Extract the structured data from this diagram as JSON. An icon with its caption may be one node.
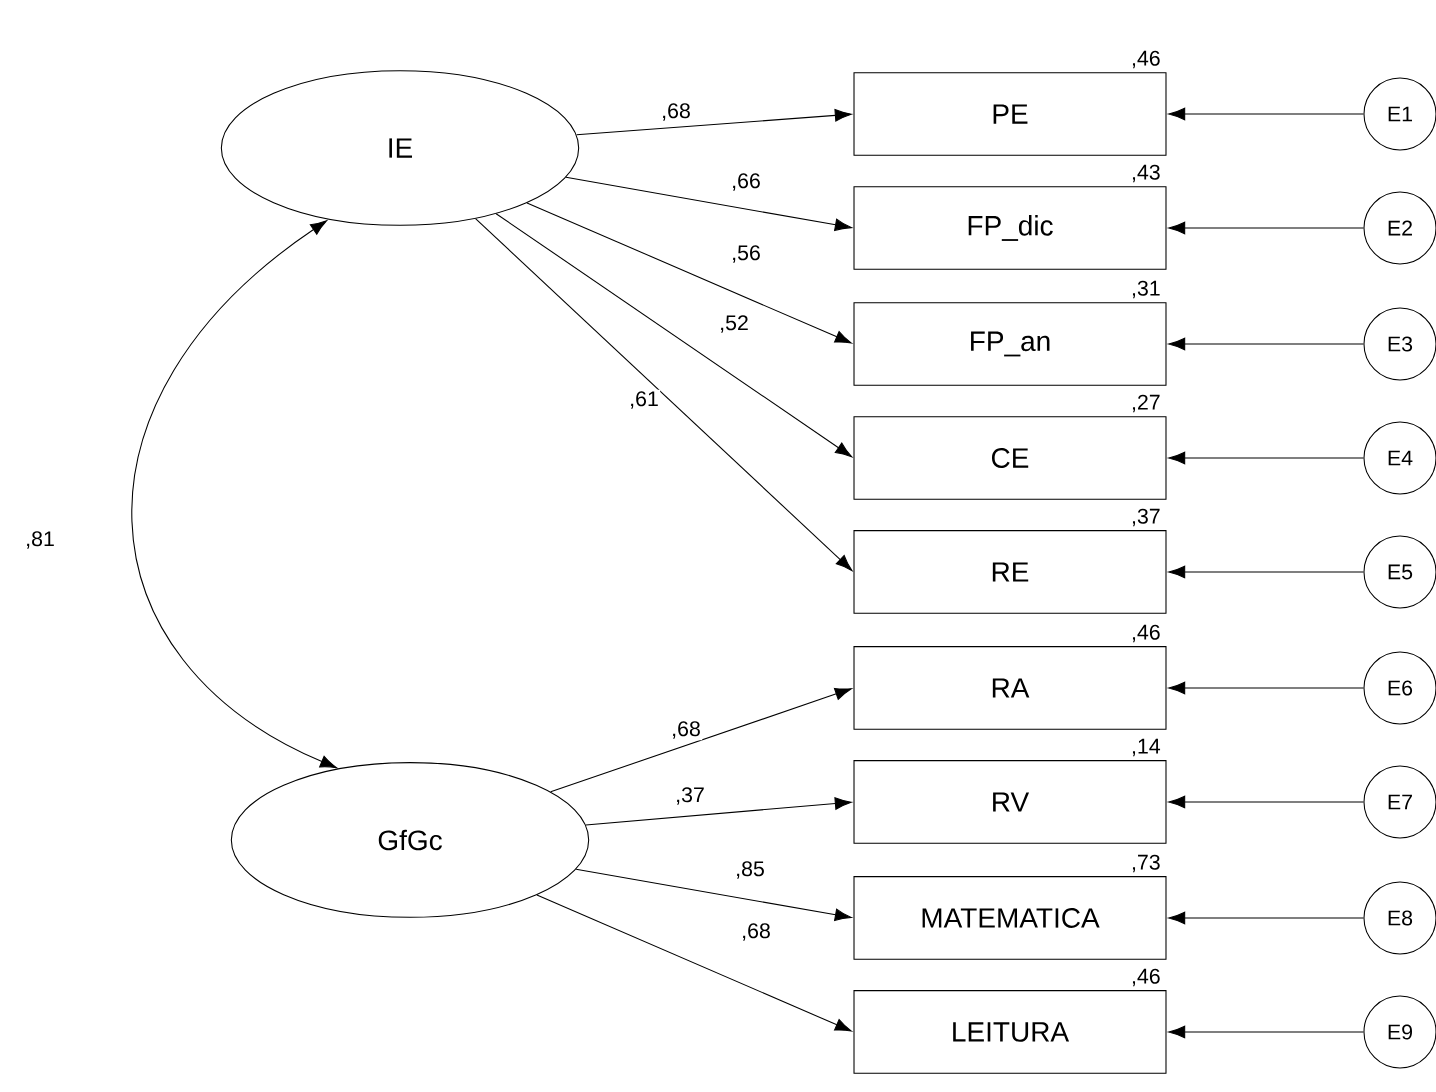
{
  "diagram": {
    "nodes": [
      {
        "text": [
          "IE"
        ]
      },
      {
        "text": [
          "GfGc"
        ]
      },
      {
        "text": [
          "PE"
        ],
        "beside": [
          ",46"
        ]
      },
      {
        "text": [
          "FP_dic"
        ],
        "beside": [
          ",43"
        ]
      },
      {
        "text": [
          "FP_an"
        ],
        "beside": [
          ",31"
        ]
      },
      {
        "text": [
          "CE"
        ],
        "beside": [
          ",27"
        ]
      },
      {
        "text": [
          "RE"
        ],
        "beside": [
          ",37"
        ]
      },
      {
        "text": [
          "RA"
        ],
        "beside": [
          ",46"
        ]
      },
      {
        "text": [
          "RV"
        ],
        "beside": [
          ",14"
        ]
      },
      {
        "text": [
          "MATEMATICA"
        ],
        "beside": [
          ",73"
        ]
      },
      {
        "text": [
          "LEITURA"
        ],
        "beside": [
          ",46"
        ]
      },
      {
        "text": [
          "E1"
        ]
      },
      {
        "text": [
          "E2"
        ]
      },
      {
        "text": [
          "E3"
        ]
      },
      {
        "text": [
          "E4"
        ]
      },
      {
        "text": [
          "E5"
        ]
      },
      {
        "text": [
          "E6"
        ]
      },
      {
        "text": [
          "E7"
        ]
      },
      {
        "text": [
          "E8"
        ]
      },
      {
        "text": [
          "E9"
        ]
      }
    ],
    "edges": [
      {
        "from": 0,
        "to": 2,
        "arrow": "to",
        "label": ",68"
      },
      {
        "from": 0,
        "to": 3,
        "arrow": "to",
        "label": ",66"
      },
      {
        "from": 0,
        "to": 4,
        "arrow": "to",
        "label": ",56"
      },
      {
        "from": 0,
        "to": 5,
        "arrow": "to",
        "label": ",52"
      },
      {
        "from": 0,
        "to": 6,
        "arrow": "to",
        "label": ",61"
      },
      {
        "from": 1,
        "to": 7,
        "arrow": "to",
        "label": ",68"
      },
      {
        "from": 1,
        "to": 8,
        "arrow": "to",
        "label": ",37"
      },
      {
        "from": 1,
        "to": 9,
        "arrow": "to",
        "label": ",85"
      },
      {
        "from": 1,
        "to": 10,
        "arrow": "to",
        "label": ",68"
      },
      {
        "from": 11,
        "to": 2,
        "arrow": "to"
      },
      {
        "from": 12,
        "to": 3,
        "arrow": "to"
      },
      {
        "from": 13,
        "to": 4,
        "arrow": "to"
      },
      {
        "from": 14,
        "to": 5,
        "arrow": "to"
      },
      {
        "from": 15,
        "to": 6,
        "arrow": "to"
      },
      {
        "from": 16,
        "to": 7,
        "arrow": "to"
      },
      {
        "from": 17,
        "to": 8,
        "arrow": "to"
      },
      {
        "from": 18,
        "to": 9,
        "arrow": "to"
      },
      {
        "from": 19,
        "to": 10,
        "arrow": "to"
      },
      {
        "from": 0,
        "to": 1,
        "arrow": "both",
        "label": ",81"
      }
    ]
  }
}
